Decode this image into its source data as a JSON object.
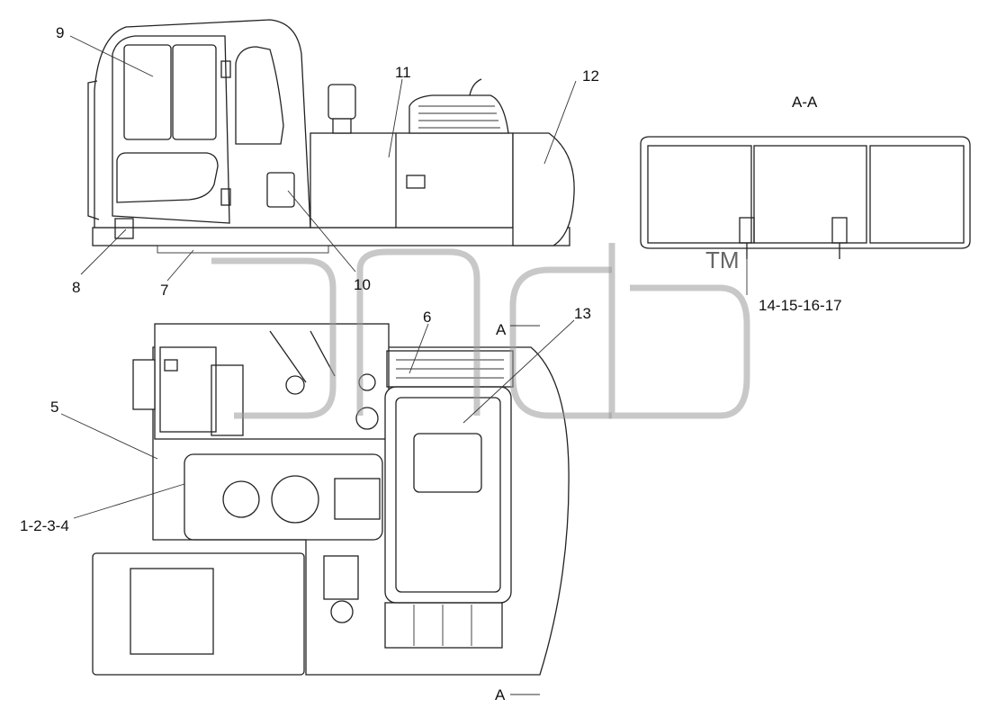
{
  "callouts": {
    "c1": "1-2-3-4",
    "c5": "5",
    "c6": "6",
    "c7": "7",
    "c8": "8",
    "c9": "9",
    "c10": "10",
    "c11": "11",
    "c12": "12",
    "c13": "13",
    "c14": "14-15-16-17"
  },
  "section_view_title": "A-A",
  "section_marker_top": "A",
  "section_marker_bottom": "A",
  "watermark_tm": "TM",
  "colors": {
    "line": "#222222",
    "watermark": "#9a9a9a",
    "background": "#ffffff"
  }
}
